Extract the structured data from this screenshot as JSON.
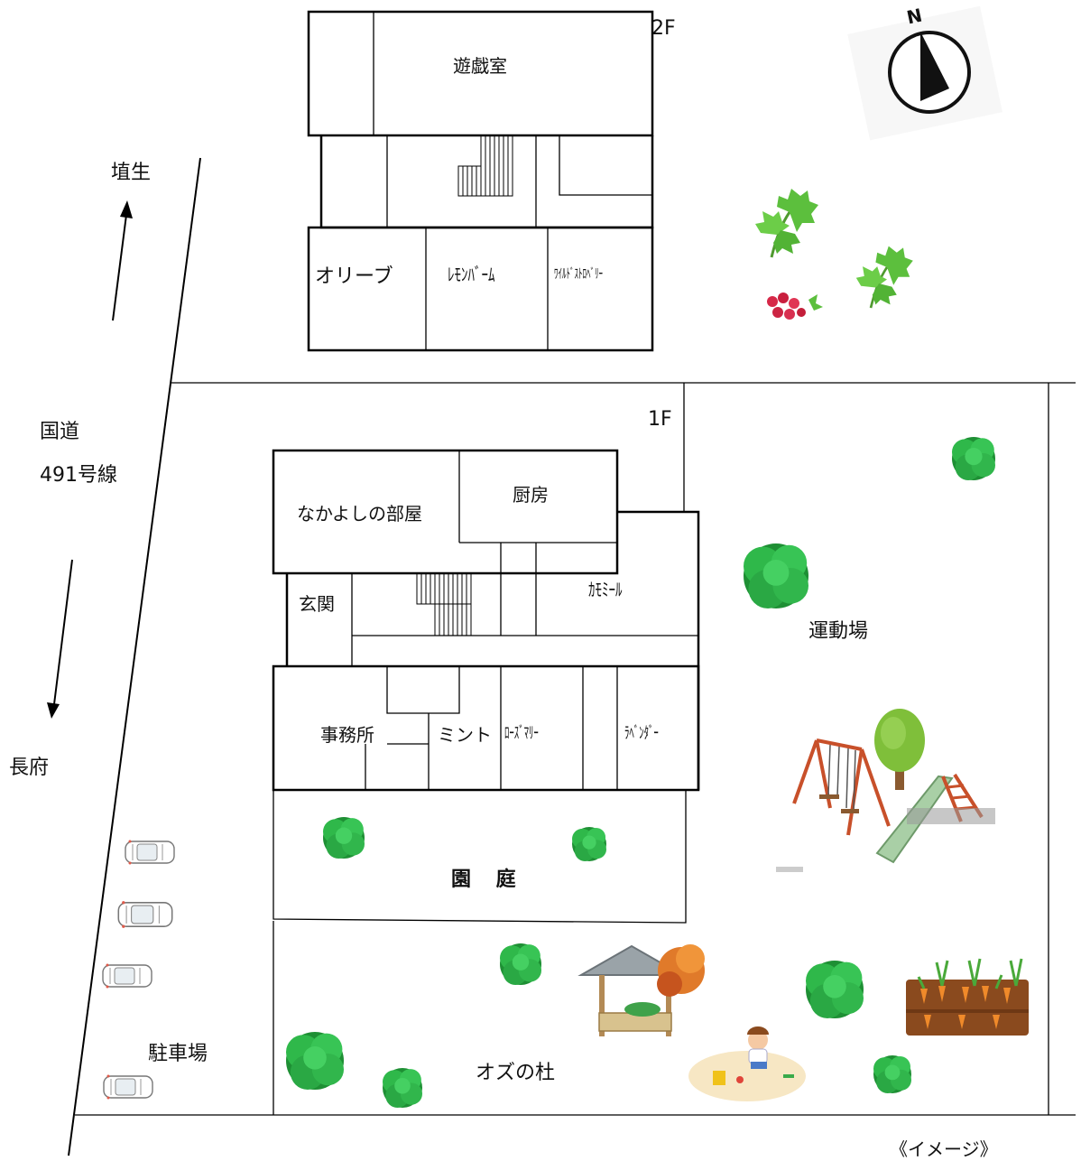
{
  "floors": {
    "second": "2F",
    "first": "1F"
  },
  "rooms_2f": {
    "playroom": "遊戯室",
    "olive": "オリーブ",
    "lemonbalm": "ﾚﾓﾝﾊﾞｰﾑ",
    "wildstrawberry": "ﾜｲﾙﾄﾞｽﾄﾛﾍﾞﾘｰ"
  },
  "rooms_1f": {
    "nakayoshi": "なかよしの部屋",
    "kitchen": "厨房",
    "entrance": "玄関",
    "chamomile": "ｶﾓﾐｰﾙ",
    "office": "事務所",
    "mint": "ミント",
    "rosemary": "ﾛｰｽﾞﾏﾘｰ",
    "lavender": "ﾗﾍﾞﾝﾀﾞｰ"
  },
  "outdoor": {
    "playground": "運動場",
    "garden": "園 庭",
    "forest": "オズの杜",
    "parking": "駐車場"
  },
  "road": {
    "name_line1": "国道",
    "name_line2": "491号線",
    "north_dest": "埴生",
    "south_dest": "長府"
  },
  "compass": {
    "north": "N"
  },
  "note": "《イメージ》",
  "colors": {
    "tree_green": "#2fb84a",
    "tree_dark": "#1e8f34",
    "herb_green": "#5cbf3d",
    "swing_orange": "#c8502a",
    "slide_green": "#a9cfa6",
    "sand": "#f7e7c4",
    "soil": "#8a4a1e"
  }
}
